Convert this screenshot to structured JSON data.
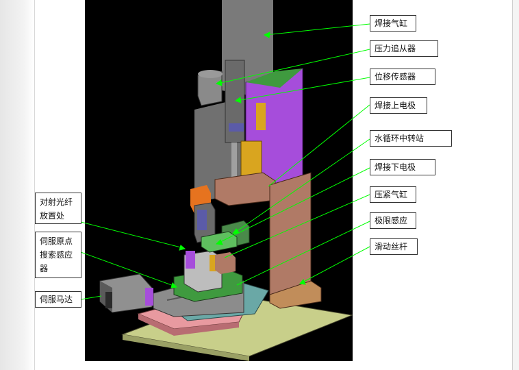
{
  "labels": {
    "welding_cylinder": "焊接气缸",
    "pressure_follower": "压力追从器",
    "displacement_sensor": "位移传感器",
    "upper_electrode": "焊接上电极",
    "water_cooling_station": "水循环中转站",
    "lower_electrode": "焊接下电极",
    "clamping_cylinder": "压紧气缸",
    "limit_sensor": "极限感应",
    "sliding_screw": "滑动丝杆",
    "fiber_placement": "对射光纤放置处",
    "servo_home_sensor": "伺服原点搜索感应器",
    "servo_motor": "伺服马达"
  },
  "colors": {
    "background": "#000000",
    "leader_line": "#00ff00",
    "frame_gray": "#7a7a7a",
    "frame_copper": "#b07a66",
    "plate_olive": "#c8cf8a",
    "plate_pink": "#e89aa0",
    "plate_teal": "#6aa8a6",
    "accent_purple": "#a64ddb",
    "accent_orange": "#e6731f",
    "accent_gold": "#d9a51f",
    "accent_green": "#3f9a3f"
  }
}
